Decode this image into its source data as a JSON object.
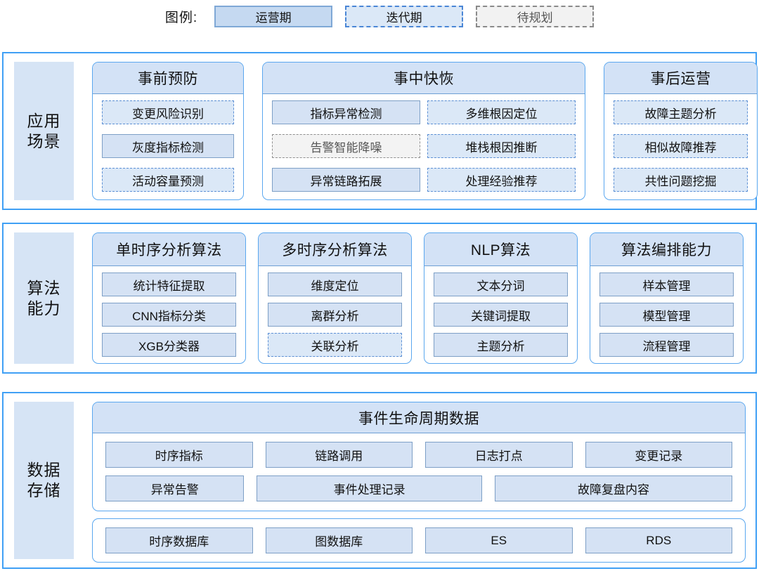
{
  "legend": {
    "label": "图例:",
    "items": [
      {
        "text": "运营期",
        "style": "solid-blue"
      },
      {
        "text": "迭代期",
        "style": "dashed-blue"
      },
      {
        "text": "待规划",
        "style": "dashed-gray"
      }
    ]
  },
  "colors": {
    "section_border": "#40a0f5",
    "card_border": "#5aa7ef",
    "card_head_bg": "#d3e2f6",
    "side_label_bg": "#d6e4f5",
    "chip_solid_bg": "#d5e2f4",
    "chip_solid_border": "#7d9fc6",
    "chip_dashed_blue_bg": "#dbe8f7",
    "chip_dashed_blue_border": "#5b8fd4",
    "chip_dashed_gray_bg": "#f3f3f3",
    "chip_dashed_gray_border": "#8f8f8f"
  },
  "sections": [
    {
      "id": "scene",
      "label_line1": "应用",
      "label_line2": "场景",
      "cards": [
        {
          "title": "事前预防",
          "columns": [
            [
              {
                "text": "变更风险识别",
                "style": "dashed-blue"
              },
              {
                "text": "灰度指标检测",
                "style": "solid-blue"
              },
              {
                "text": "活动容量预测",
                "style": "dashed-blue"
              }
            ]
          ]
        },
        {
          "title": "事中快恢",
          "columns": [
            [
              {
                "text": "指标异常检测",
                "style": "solid-blue"
              },
              {
                "text": "告警智能降噪",
                "style": "dashed-gray"
              },
              {
                "text": "异常链路拓展",
                "style": "solid-blue"
              }
            ],
            [
              {
                "text": "多维根因定位",
                "style": "dashed-blue"
              },
              {
                "text": "堆栈根因推断",
                "style": "dashed-blue"
              },
              {
                "text": "处理经验推荐",
                "style": "dashed-blue"
              }
            ]
          ]
        },
        {
          "title": "事后运营",
          "columns": [
            [
              {
                "text": "故障主题分析",
                "style": "dashed-blue"
              },
              {
                "text": "相似故障推荐",
                "style": "dashed-blue"
              },
              {
                "text": "共性问题挖掘",
                "style": "dashed-blue"
              }
            ]
          ]
        }
      ]
    },
    {
      "id": "algo",
      "label_line1": "算法",
      "label_line2": "能力",
      "cards": [
        {
          "title": "单时序分析算法",
          "columns": [
            [
              {
                "text": "统计特征提取",
                "style": "solid-blue"
              },
              {
                "text": "CNN指标分类",
                "style": "solid-blue"
              },
              {
                "text": "XGB分类器",
                "style": "solid-blue"
              }
            ]
          ]
        },
        {
          "title": "多时序分析算法",
          "columns": [
            [
              {
                "text": "维度定位",
                "style": "solid-blue"
              },
              {
                "text": "离群分析",
                "style": "solid-blue"
              },
              {
                "text": "关联分析",
                "style": "dashed-blue"
              }
            ]
          ]
        },
        {
          "title": "NLP算法",
          "columns": [
            [
              {
                "text": "文本分词",
                "style": "solid-blue"
              },
              {
                "text": "关键词提取",
                "style": "solid-blue"
              },
              {
                "text": "主题分析",
                "style": "solid-blue"
              }
            ]
          ]
        },
        {
          "title": "算法编排能力",
          "columns": [
            [
              {
                "text": "样本管理",
                "style": "solid-blue"
              },
              {
                "text": "模型管理",
                "style": "solid-blue"
              },
              {
                "text": "流程管理",
                "style": "solid-blue"
              }
            ]
          ]
        }
      ]
    }
  ],
  "data_section": {
    "label_line1": "数据",
    "label_line2": "存储",
    "lifecycle": {
      "title": "事件生命周期数据",
      "rows": [
        [
          {
            "text": "时序指标",
            "style": "solid-blue",
            "flex": 1
          },
          {
            "text": "链路调用",
            "style": "solid-blue",
            "flex": 1
          },
          {
            "text": "日志打点",
            "style": "solid-blue",
            "flex": 1
          },
          {
            "text": "变更记录",
            "style": "solid-blue",
            "flex": 1
          }
        ],
        [
          {
            "text": "异常告警",
            "style": "solid-blue",
            "flex": 1
          },
          {
            "text": "事件处理记录",
            "style": "solid-blue",
            "flex": 1.63
          },
          {
            "text": "故障复盘内容",
            "style": "solid-blue",
            "flex": 1.72
          }
        ]
      ]
    },
    "databases": [
      {
        "text": "时序数据库",
        "style": "solid-blue"
      },
      {
        "text": "图数据库",
        "style": "solid-blue"
      },
      {
        "text": "ES",
        "style": "solid-blue"
      },
      {
        "text": "RDS",
        "style": "solid-blue"
      }
    ]
  }
}
